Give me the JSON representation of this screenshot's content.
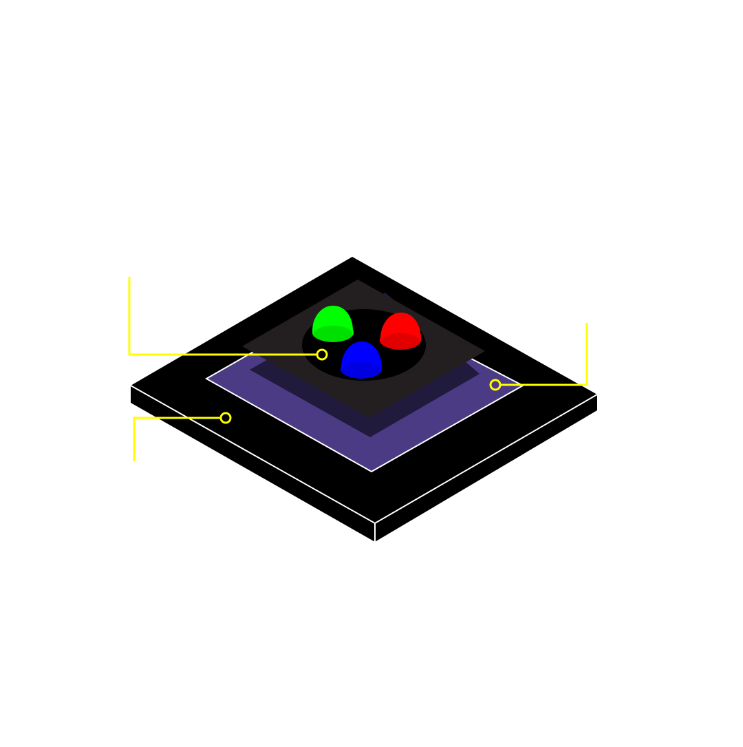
{
  "colors": {
    "background": "#ffffff",
    "substrate": "#000000",
    "substrate_edge": "#ffffff",
    "inner_plate": "#4b3a84",
    "inner_plate_shadow": "#201a3c",
    "top_die": "#231f20",
    "cup": "#000000",
    "led_green": "#00ff00",
    "led_red": "#ff0000",
    "led_blue": "#0000ff",
    "callout": "#ffff00"
  },
  "parts": {
    "leds": [
      {
        "name": "green-led",
        "color": "#00ff00"
      },
      {
        "name": "red-led",
        "color": "#ff0000"
      },
      {
        "name": "blue-led",
        "color": "#0000ff"
      }
    ],
    "callouts": [
      {
        "name": "callout-top-die"
      },
      {
        "name": "callout-inner-plate"
      },
      {
        "name": "callout-substrate"
      }
    ]
  }
}
